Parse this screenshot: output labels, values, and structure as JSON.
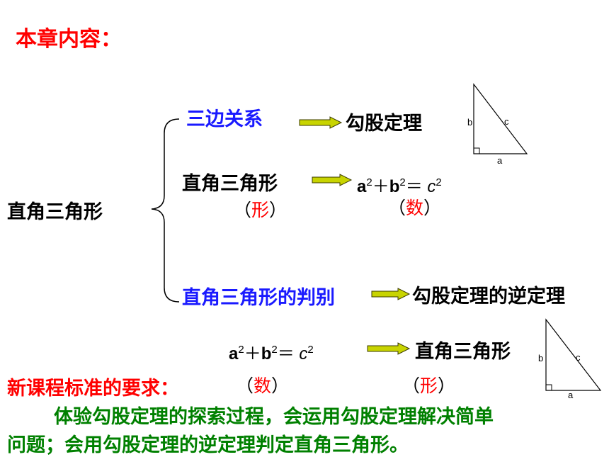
{
  "title": "本章内容：",
  "root": "直角三角形",
  "branches": {
    "sides": {
      "label": "三边关系",
      "result": "勾股定理"
    },
    "right": {
      "label": "直角三角形",
      "tag_open": "（",
      "tag_word": "形",
      "tag_close": "）"
    },
    "formula1": {
      "a": "a",
      "b": "b",
      "c": "c",
      "exp": "2",
      "plus": "＋",
      "eq": "＝",
      "tag_open": "（",
      "tag_word": "数",
      "tag_close": "）"
    },
    "judge": {
      "label": "直角三角形的判别",
      "result": "勾股定理的逆定理"
    }
  },
  "converse": {
    "formula": {
      "a": "a",
      "b": "b",
      "c": "c",
      "exp": "2",
      "plus": "＋",
      "eq": "＝"
    },
    "result": "直角三角形",
    "tag1": {
      "open": "（",
      "word": "数",
      "close": "）"
    },
    "tag2": {
      "open": "（",
      "word": "形",
      "close": "）"
    }
  },
  "triangle_labels": {
    "a": "a",
    "b": "b",
    "c": "c"
  },
  "requirement": {
    "heading": "新课程标准的要求：",
    "line1": "体验勾股定理的探索过程，会运用勾股定理解决简单",
    "line2": "问题；会用勾股定理的逆定理判定直角三角形。"
  },
  "colors": {
    "title": "#ff0000",
    "blue": "#1a1aff",
    "green": "#008000",
    "arrow": "#c8d400",
    "black": "#000000"
  }
}
